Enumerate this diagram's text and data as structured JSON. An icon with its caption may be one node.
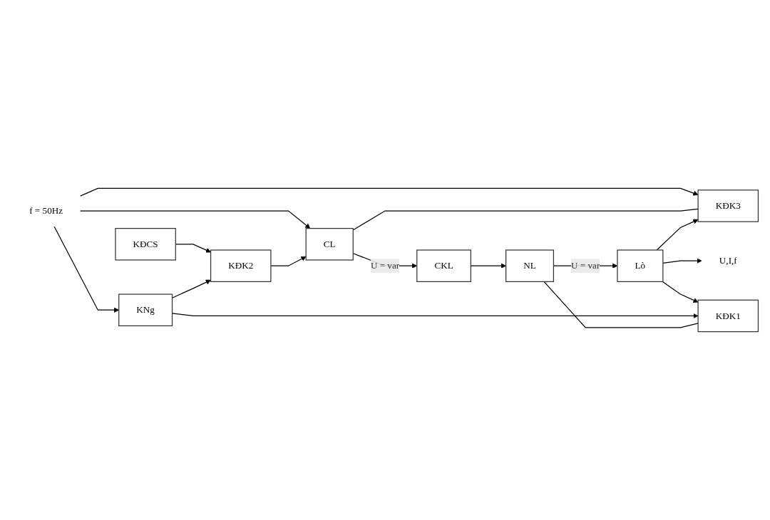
{
  "diagram": {
    "nodes": [
      {
        "text": [
          "KĐK3"
        ]
      },
      {
        "text": [
          "f = 50Hz"
        ]
      },
      {
        "text": [
          "CL"
        ]
      },
      {
        "text": [
          "CKL"
        ]
      },
      {
        "text": [
          "NL"
        ]
      },
      {
        "text": [
          "Lò"
        ]
      },
      {
        "text": [
          "U,I,f"
        ]
      },
      {
        "text": [
          "KĐK2"
        ]
      },
      {
        "text": [
          "KĐCS"
        ]
      },
      {
        "text": [
          "KĐK1"
        ]
      },
      {
        "text": [
          "KNg"
        ]
      }
    ],
    "edges": [
      {
        "from": 1,
        "to": 2,
        "arrow": "to"
      },
      {
        "from": 1,
        "to": 0,
        "arrow": "to"
      },
      {
        "from": 1,
        "to": 10,
        "arrow": "to"
      },
      {
        "from": 2,
        "to": 0,
        "arrow": "none"
      },
      {
        "from": 2,
        "to": 3,
        "arrow": "to",
        "label": "U = var"
      },
      {
        "from": 3,
        "to": 4,
        "arrow": "to"
      },
      {
        "from": 4,
        "to": 5,
        "arrow": "to",
        "label": "U = var"
      },
      {
        "from": 5,
        "to": 6,
        "arrow": "to"
      },
      {
        "from": 5,
        "to": 0,
        "arrow": "to"
      },
      {
        "from": 5,
        "to": 9,
        "arrow": "to"
      },
      {
        "from": 9,
        "to": 4,
        "arrow": "none"
      },
      {
        "from": 7,
        "to": 2,
        "arrow": "to"
      },
      {
        "from": 8,
        "to": 7,
        "arrow": "to"
      },
      {
        "from": 10,
        "to": 7,
        "arrow": "to"
      },
      {
        "from": 10,
        "to": 9,
        "arrow": "to"
      }
    ]
  }
}
